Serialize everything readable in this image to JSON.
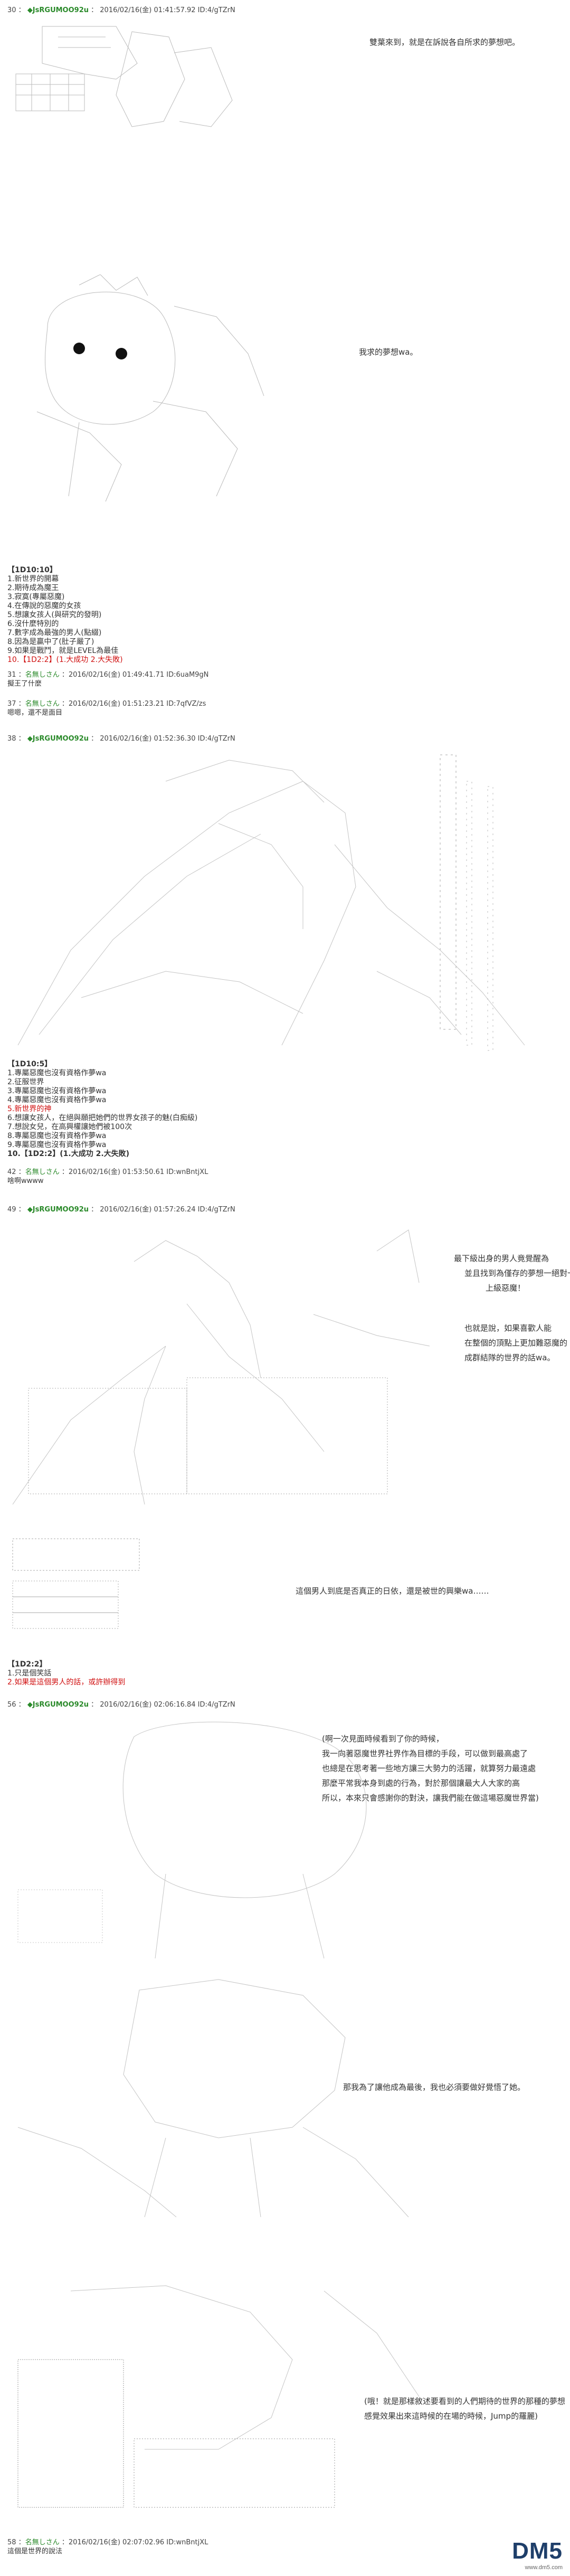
{
  "posts": [
    {
      "number": "30",
      "trip": "◆JsRGUMOO92u",
      "date": "2016/02/16(金) 01:41:57.92 ID:4/gTZrN"
    },
    {
      "number": "38",
      "trip": "◆JsRGUMOO92u",
      "date": "2016/02/16(金) 01:52:36.30 ID:4/gTZrN"
    },
    {
      "number": "49",
      "trip": "◆JsRGUMOO92u",
      "date": "2016/02/16(金) 01:57:26.24 ID:4/gTZrN"
    },
    {
      "number": "56",
      "trip": "◆JsRGUMOO92u",
      "date": "2016/02/16(金) 02:06:16.84 ID:4/gTZrN"
    }
  ],
  "dialogs": [
    "雙葉來到，就是在訴說各自所求的夢想吧。",
    "我求的夢想wa。",
    "最下級出身的男人竟覺醒為",
    "並且找到為僅存的夢想一絕對一門的",
    "上級惡魔！",
    "也就是說，如果喜歡人能",
    "在整個的頂點上更加難惡魔的",
    "成群結隊的世界的話wa。",
    "這個男人到底是否真正的日依，還是被世的興樂wa……",
    "(啊一次見面時候看到了你的時候，",
    "我一向著惡魔世界社界作為目標的手段，可以做到最高處了",
    "也總是在思考著一些地方讓三大勢力的活躍，就算努力最遠處",
    "那麼平常我本身到處的行為，對於那個讓最大人大家的高",
    "所以，本來只會感謝你的對決，讓我們能在做這場惡魔世界當)",
    "那我為了讓他成為最後，我也必須要做好覺悟了她。",
    "(哦！就是那樣敘述要看到的人們期待的世界的那種的夢想",
    "感覺效果出來這時候的在場的時候，Jump的羅麗)"
  ],
  "menu1": {
    "title": "【1D10:10】",
    "items": [
      "1.新世界的開幕",
      "2.期待成為魔王",
      "3.寂寞(專屬惡魔)",
      "4.在傳說的惡魔的女孩",
      "5.想讓女孩人(與研究的發明)",
      "6.沒什麼特別的",
      "7.數字成為最強的男人(點綴)",
      "8.因為是贏中了(肚子嚴了)",
      "9.如果是戰鬥，就是LEVEL為最佳"
    ],
    "red_item": "10.【1D2:2】(1.大成功 2.大失敗)"
  },
  "replies": [
    {
      "number": "31",
      "name": "名無しさん",
      "date": "2016/02/16(金) 01:49:41.71 ID:6uaM9gN",
      "message": "擬王了什麼"
    },
    {
      "number": "37",
      "name": "名無しさん",
      "date": "2016/02/16(金) 01:51:23.21 ID:7qfVZ/zs",
      "message": "嗯嗯，還不是面目"
    },
    {
      "number": "42",
      "name": "名無しさん",
      "date": "2016/02/16(金) 01:53:50.61 ID:wnBntjXL",
      "message": "啥啊wwww"
    },
    {
      "number": "58",
      "name": "名無しさん",
      "date": "2016/02/16(金) 02:07:02.96 ID:wnBntjXL",
      "message": "這個是世界的說法"
    }
  ],
  "menu2": {
    "title": "【1D10:5】",
    "items": [
      "1.專屬惡魔也沒有資格作夢wa",
      "2.征服世界",
      "3.專屬惡魔也沒有資格作夢wa",
      "4.專屬惡魔也沒有資格作夢wa"
    ],
    "red_item": "5.新世界的神",
    "items_after": [
      "6.想讓女孩人，在絕與願把她們的世界女孩子的魅(白痴級)",
      "7.想說女兒，在高興權讓她們被100次",
      "8.專屬惡魔也沒有資格作夢wa",
      "9.專屬惡魔也沒有資格作夢wa"
    ],
    "choice": "10.【1D2:2】(1.大成功 2.大失敗)"
  },
  "menu3": {
    "title": "【1D2:2】",
    "items": [
      "1.只是個笑話"
    ],
    "red_item": "2.如果是這個男人的話，或許辦得到"
  },
  "logo": {
    "text": "DM",
    "suffix": "5",
    "site": "www.dm5.com"
  }
}
